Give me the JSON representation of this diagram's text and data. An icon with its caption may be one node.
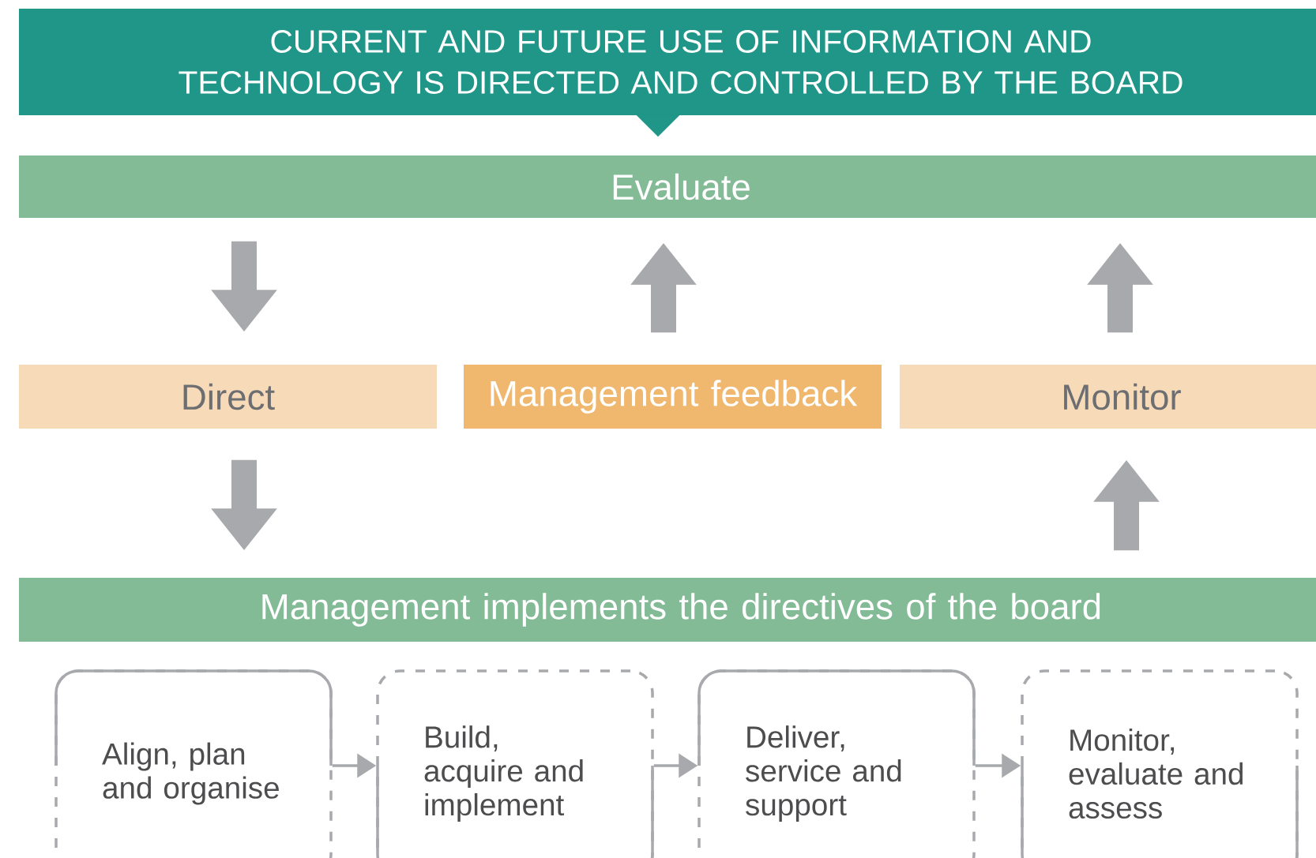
{
  "diagram": {
    "nodes": [
      {
        "text": [
          "CURRENT AND FUTURE USE OF INFORMATION AND TECHNOLOGY IS DIRECTED AND CONTROLLED BY THE BOARD"
        ]
      },
      {
        "text": [
          "Evaluate"
        ]
      },
      {
        "text": [
          "Direct"
        ]
      },
      {
        "text": [
          "Management feedback"
        ]
      },
      {
        "text": [
          "Monitor"
        ]
      },
      {
        "text": [
          "Management implements the directives of the board"
        ]
      },
      {
        "text": [
          "Align, plan and organise"
        ]
      },
      {
        "text": [
          "Build, acquire and implement"
        ]
      },
      {
        "text": [
          "Deliver, service and support"
        ]
      },
      {
        "text": [
          "Monitor, evaluate and assess"
        ]
      }
    ],
    "edges": [
      {
        "from": 0,
        "to": 1,
        "arrow": "to"
      },
      {
        "from": 1,
        "to": 2,
        "arrow": "to"
      },
      {
        "from": 3,
        "to": 1,
        "arrow": "to"
      },
      {
        "from": 4,
        "to": 1,
        "arrow": "to"
      },
      {
        "from": 2,
        "to": 5,
        "arrow": "to"
      },
      {
        "from": 5,
        "to": 4,
        "arrow": "to"
      },
      {
        "from": 6,
        "to": 7,
        "arrow": "to"
      },
      {
        "from": 7,
        "to": 8,
        "arrow": "to"
      },
      {
        "from": 8,
        "to": 9,
        "arrow": "to"
      }
    ]
  }
}
